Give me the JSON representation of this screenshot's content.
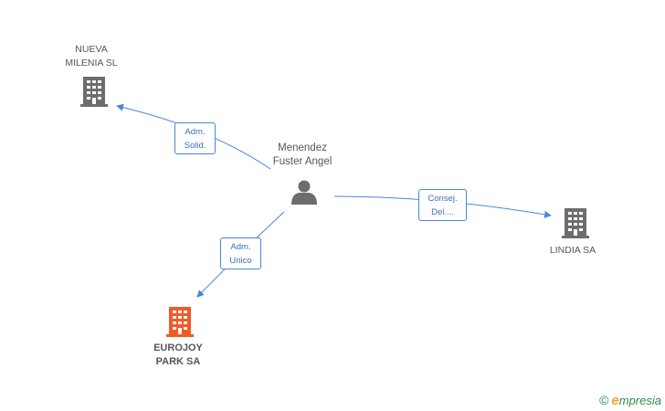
{
  "nodes": {
    "nueva": {
      "line1": "NUEVA",
      "line2": "MILENIA SL"
    },
    "person": {
      "line1": "Menendez",
      "line2": "Fuster Angel"
    },
    "lindia": {
      "line1": "LINDIA SA"
    },
    "eurojoy": {
      "line1": "EUROJOY",
      "line2": "PARK SA"
    }
  },
  "edges": {
    "nueva": {
      "line1": "Adm.",
      "line2": "Solid."
    },
    "lindia": {
      "line1": "Consej.",
      "line2": "Del...."
    },
    "eurojoy": {
      "line1": "Adm.",
      "line2": "Unico"
    }
  },
  "colors": {
    "building": "#6d6d6d",
    "building_highlight": "#f05a28",
    "person": "#6d6d6d",
    "edge": "#4a86d9"
  },
  "brand": {
    "copyright": "©",
    "e": "e",
    "name": "mpresia"
  }
}
